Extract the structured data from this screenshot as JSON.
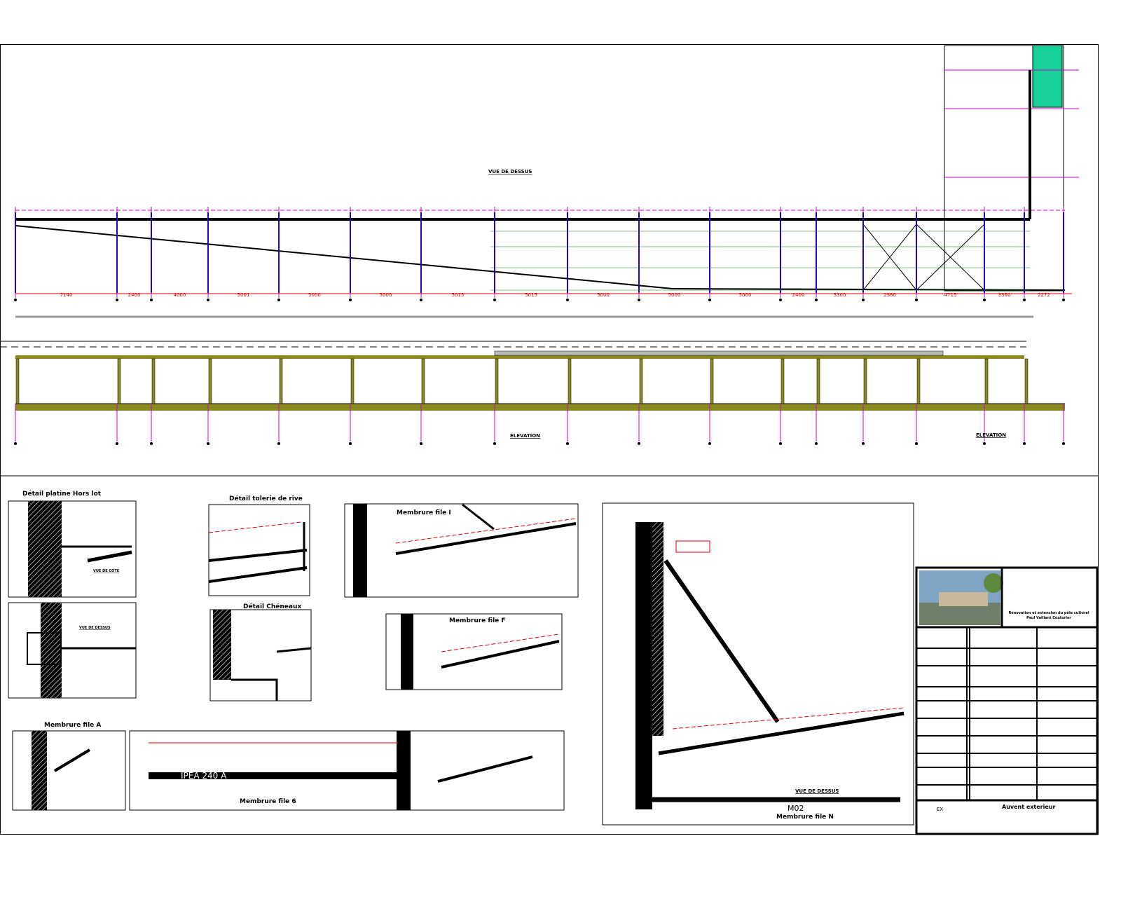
{
  "plan_view": {
    "title": "VUE DE DESSUS",
    "dimensions": [
      "7140",
      "2400",
      "4000",
      "5001",
      "5000",
      "5000",
      "5015",
      "5015",
      "5000",
      "5000",
      "5000",
      "2400",
      "3300",
      "2980",
      "4715",
      "3360",
      "2272"
    ]
  },
  "elevation": {
    "title_left": "ELEVATION",
    "title_right": "ELEVATION"
  },
  "details": {
    "platine": {
      "title": "Détail platine Hors lot",
      "sub_view": "VUE DE COTE"
    },
    "platine_top": {
      "sub_view": "VUE DE DESSUS"
    },
    "tolerie": {
      "title": "Détail tolerie de rive"
    },
    "cheneaux": {
      "title": "Détail Chéneaux"
    },
    "membrure_i": {
      "title": "Membrure file I"
    },
    "membrure_f": {
      "title": "Membrure file F"
    },
    "membrure_a": {
      "title": "Membrure file A"
    },
    "membrure_6": {
      "title": "Membrure file 6",
      "profile": "IPEA 240 A"
    },
    "membrure_n": {
      "title": "Membrure file N",
      "code": "M02",
      "view": "VUE DE DESSUS"
    }
  },
  "title_block": {
    "project_line1": "Rénovation et extension du pôle culturel",
    "project_line2": "Paul Vaillant Couturier",
    "phase": "EX",
    "sheet_title": "Auvent exterieur"
  },
  "colors": {
    "dimension": "#e00000",
    "gridline": "#cc00cc",
    "column": "#2a00c8",
    "label_green": "#008000",
    "elevation_fill": "#8a8a1e",
    "stair_green": "#18d09a"
  }
}
